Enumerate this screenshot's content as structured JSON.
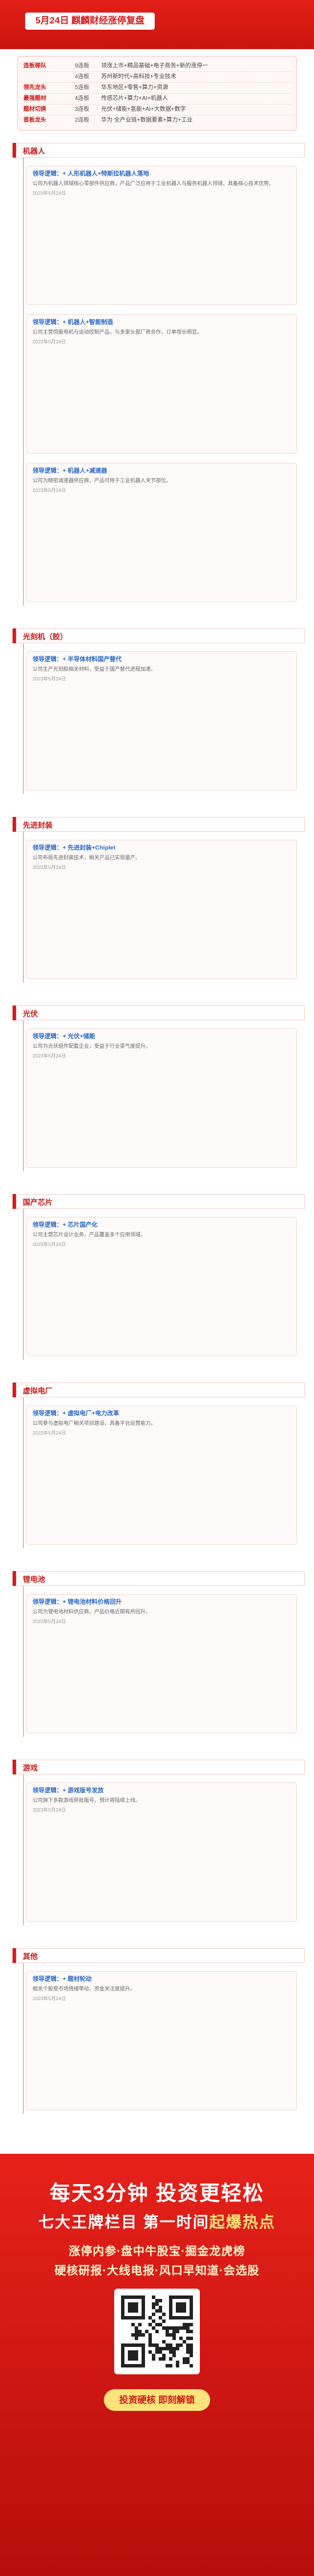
{
  "header": {
    "title": "5月24日 麒麟财经涨停复盘"
  },
  "summary": [
    {
      "key": "连板梯队",
      "num": "9连板",
      "val": "领涨上市+精品基础+电子商务+新的涨停一"
    },
    {
      "key": "",
      "num": "4连板",
      "val": "苏州新时代+高科技+专业技术"
    },
    {
      "key": "领先龙头",
      "num": "5连板",
      "val": "华东地区+零售+算力+资源"
    },
    {
      "key": "最强题材",
      "num": "4连板",
      "val": "传感芯片+算力+AI+机器人"
    },
    {
      "key": "题材切换",
      "num": "3连板",
      "val": "光伏+储能+氢能+AI+大数据+数字"
    },
    {
      "key": "首板龙头",
      "num": "2连板",
      "val": "华为 全产业链+数据要素+算力+工业"
    }
  ],
  "sections": [
    {
      "name": "机器人",
      "cards": [
        {
          "head": "领导逻辑：+ 人形机器人+特斯拉机器人落地",
          "text": "公司为机器人领域核心零部件供应商，产品广泛应用于工业机器人与服务机器人领域，具备核心技术优势。",
          "stamp": "2023年5月24日"
        },
        {
          "head": "领导逻辑：+ 机器人+智能制造",
          "text": "公司主营伺服电机与运动控制产品，与多家头部厂商合作，订单增长明显。",
          "stamp": "2023年5月24日"
        },
        {
          "head": "领导逻辑：+ 机器人+减速器",
          "text": "公司为精密减速器供应商，产品可用于工业机器人关节部位。",
          "stamp": "2023年5月24日"
        }
      ]
    },
    {
      "name": "光刻机（胶）",
      "cards": [
        {
          "head": "领导逻辑：+ 半导体材料国产替代",
          "text": "公司生产光刻胶相关材料，受益于国产替代进程加速。",
          "stamp": "2023年5月24日"
        }
      ]
    },
    {
      "name": "先进封装",
      "cards": [
        {
          "head": "领导逻辑：+ 先进封装+Chiplet",
          "text": "公司布局先进封装技术，相关产品已实现量产。",
          "stamp": "2023年5月24日"
        }
      ]
    },
    {
      "name": "光伏",
      "cards": [
        {
          "head": "领导逻辑：+ 光伏+储能",
          "text": "公司为光伏组件配套企业，受益于行业景气度提升。",
          "stamp": "2023年5月24日"
        }
      ]
    },
    {
      "name": "国产芯片",
      "cards": [
        {
          "head": "领导逻辑：+ 芯片国产化",
          "text": "公司主营芯片设计业务，产品覆盖多个应用领域。",
          "stamp": "2023年5月24日"
        }
      ]
    },
    {
      "name": "虚拟电厂",
      "cards": [
        {
          "head": "领导逻辑：+ 虚拟电厂+电力改革",
          "text": "公司参与虚拟电厂相关项目建设，具备平台运营能力。",
          "stamp": "2023年5月24日"
        }
      ]
    },
    {
      "name": "锂电池",
      "cards": [
        {
          "head": "领导逻辑：+ 锂电池材料价格回升",
          "text": "公司为锂电池材料供应商，产品价格近期有所回升。",
          "stamp": "2023年5月24日"
        }
      ]
    },
    {
      "name": "游戏",
      "cards": [
        {
          "head": "领导逻辑：+ 游戏版号发放",
          "text": "公司旗下多款游戏获批版号，预计将陆续上线。",
          "stamp": "2023年5月24日"
        }
      ]
    },
    {
      "name": "其他",
      "cards": [
        {
          "head": "领导逻辑：+ 题材轮动",
          "text": "相关个股受市场情绪带动，资金关注度提升。",
          "stamp": "2023年5月24日"
        }
      ]
    }
  ],
  "ad": {
    "line1": "每天3分钟 投资更轻松",
    "line2a": "七大王牌栏目 第一时间",
    "line2b": "起爆热点",
    "line3": "涨停内参·盘中牛股宝·掘金龙虎榜",
    "line4": "硬核研报·大线电报·风口早知道·会选股",
    "button": "投资硬核 即刻解锁"
  },
  "colors": {
    "accent": "#d7191c",
    "blue": "#2d6bc9"
  }
}
